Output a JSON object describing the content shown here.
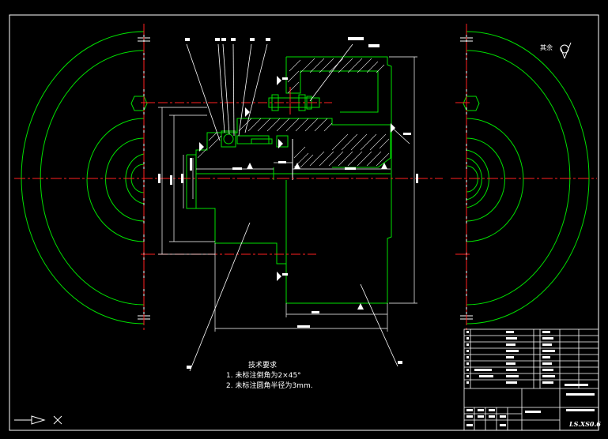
{
  "technical_requirements": {
    "title": "技术要求",
    "items": [
      "1. 未标注倒角为2×45°",
      "2. 未标注圆角半径为3mm."
    ]
  },
  "surface_finish_note": "其余",
  "drawing_number": "LS.XS0.6",
  "colors": {
    "background": "#000000",
    "outline": "#00ff00",
    "centerline": "#ff2020",
    "text": "#ffffff",
    "dimension": "#ffffff"
  }
}
